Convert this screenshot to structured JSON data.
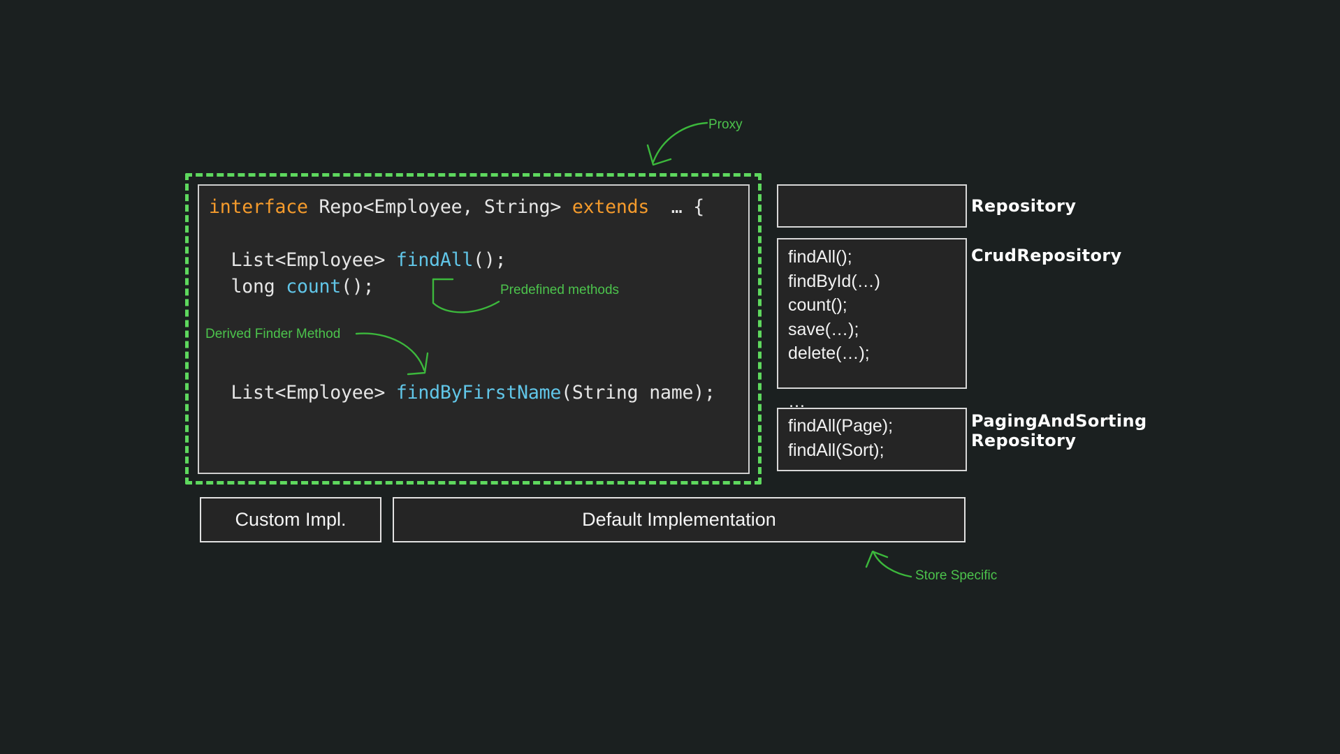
{
  "diagram": {
    "title": "Spring Data Repository Proxy Diagram",
    "background_color": "#1b2020",
    "accent_green": "#5ed85e",
    "annotation_green": "#3cb83c",
    "code_keyword_color": "#f59b2c",
    "code_method_color": "#61c6e8",
    "code_plain_color": "#e6e6e6"
  },
  "code_panel": {
    "line1_kw1": "interface",
    "line1_mid": " Repo<Employee, String> ",
    "line1_kw2": "extends",
    "line1_tail": "  … {",
    "line2": "",
    "line3_pre": "  List<Employee> ",
    "line3_mth": "findAll",
    "line3_post": "();",
    "line4_pre": "  long ",
    "line4_mth": "count",
    "line4_post": "();",
    "line5": "",
    "line6": "",
    "line7": "",
    "line8_pre": "  List<Employee> ",
    "line8_mth": "findByFirstName",
    "line8_post": "(String name);"
  },
  "side_boxes": [
    {
      "name": "repository",
      "label": "Repository",
      "methods": ""
    },
    {
      "name": "crud-repository",
      "label": "CrudRepository",
      "methods": "findAll();\nfindById(…)\ncount();\nsave(…);\ndelete(…);\n\n…"
    },
    {
      "name": "paging-and-sorting-repository",
      "label": "PagingAndSorting\nRepository",
      "methods": "findAll(Page);\nfindAll(Sort);"
    }
  ],
  "bottom_boxes": {
    "custom_impl": "Custom Impl.",
    "default_implementation": "Default Implementation"
  },
  "annotations": {
    "proxy": "Proxy",
    "predefined_methods": "Predefined methods",
    "derived_finder_method": "Derived Finder Method",
    "store_specific": "Store Specific"
  }
}
